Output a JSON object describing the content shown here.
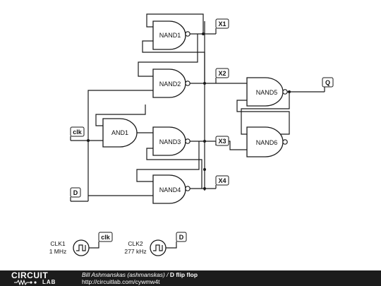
{
  "schematic": {
    "gates": {
      "nand1": "NAND1",
      "nand2": "NAND2",
      "nand3": "NAND3",
      "nand4": "NAND4",
      "nand5": "NAND5",
      "nand6": "NAND6",
      "and1": "AND1"
    },
    "tags": {
      "x1": "X1",
      "x2": "X2",
      "x3": "X3",
      "x4": "X4",
      "q": "Q",
      "clk_in": "clk",
      "d_in": "D",
      "clk_src": "clk",
      "d_src": "D"
    },
    "sources": {
      "clk1_name": "CLK1",
      "clk1_freq": "1 MHz",
      "clk2_name": "CLK2",
      "clk2_freq": "277 kHz"
    }
  },
  "footer": {
    "brand_top": "CIRCUIT",
    "brand_bottom": "LAB",
    "author": "Bill Ashmanskas (ashmanskas)",
    "separator": " / ",
    "title": "D flip flop",
    "url": "http://circuitlab.com/cywmw4t"
  },
  "colors": {
    "ink": "#1a1a1a",
    "footer_bg": "#1c1c1c",
    "footer_text": "#ffffff"
  }
}
